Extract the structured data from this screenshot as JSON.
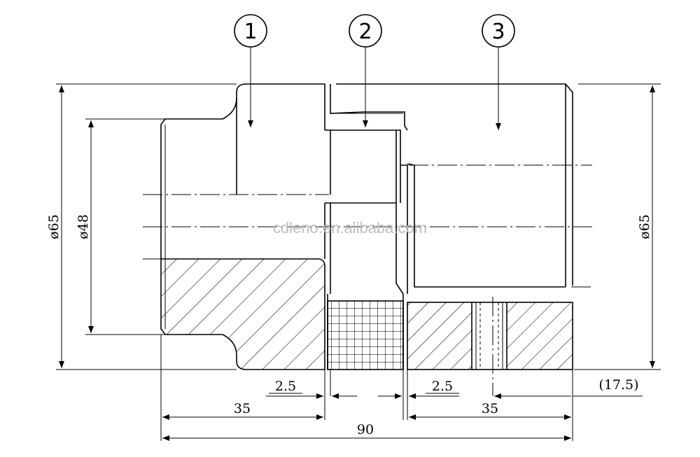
{
  "balloons": [
    {
      "label": "1"
    },
    {
      "label": "2"
    },
    {
      "label": "3"
    }
  ],
  "dimensions": {
    "left_diameter": "ø65",
    "bore_diameter": "ø48",
    "right_diameter": "ø65",
    "left_gap": "2.5",
    "right_gap": "2.5",
    "left_length": "35",
    "right_length": "35",
    "total_length": "90",
    "setscrew_position": "(17.5)"
  },
  "watermark": "cdleno.en.alibaba.com"
}
